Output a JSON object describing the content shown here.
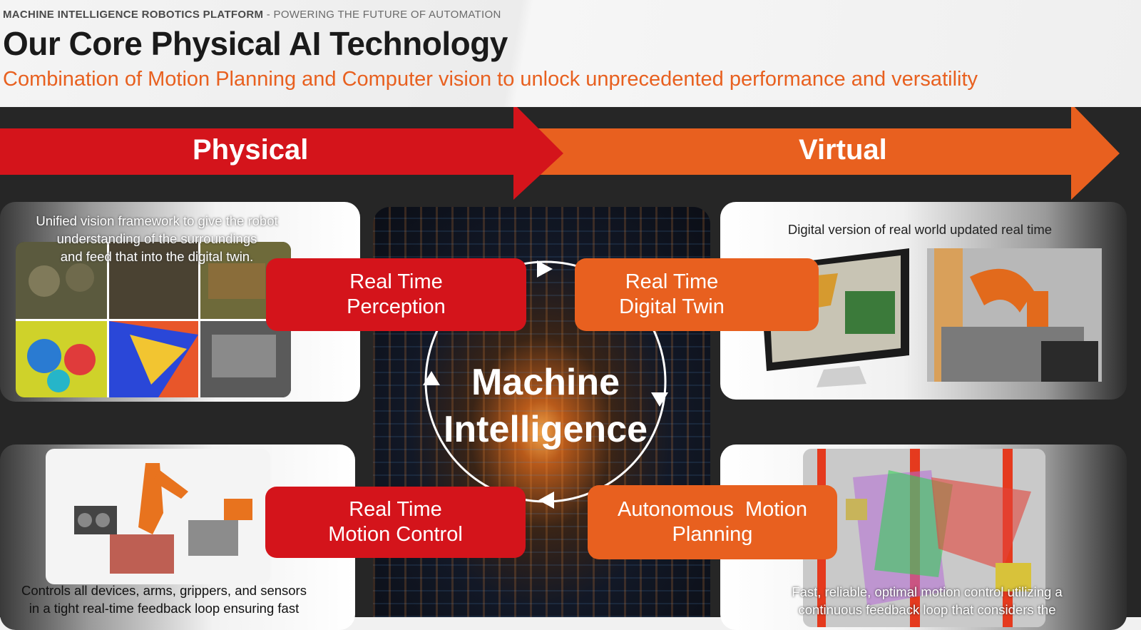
{
  "header": {
    "eyebrow_strong": "MACHINE INTELLIGENCE ROBOTICS PLATFORM",
    "eyebrow_rest": " - POWERING THE FUTURE OF AUTOMATION",
    "title": "Our Core Physical AI Technology",
    "subtitle": "Combination of Motion Planning and Computer vision to unlock unprecedented performance and versatility"
  },
  "arrows": {
    "physical_label": "Physical",
    "virtual_label": "Virtual",
    "physical_color": "#d4141b",
    "virtual_color": "#e8601f"
  },
  "center": {
    "line1": "Machine",
    "line2": "Intelligence"
  },
  "pills": {
    "perception": {
      "line1": "Real Time",
      "line2": "Perception"
    },
    "digital_twin": {
      "line1": "Real Time",
      "line2": "Digital Twin"
    },
    "motion_control": {
      "line1": "Real Time",
      "line2": "Motion Control"
    },
    "motion_planning": {
      "line1": "Autonomous  Motion",
      "line2": "Planning"
    }
  },
  "panels": {
    "perception": {
      "l1": "Unified vision framework to give the robot",
      "l2": "understanding of the surroundings",
      "l3": "and feed that into the digital twin."
    },
    "digital_twin": {
      "l1": "Digital version of real world updated real time"
    },
    "motion_control": {
      "l1": "Controls all devices, arms, grippers, and sensors",
      "l2": "in a tight real-time feedback loop ensuring fast"
    },
    "motion_planning": {
      "l1": "Fast, reliable, optimal motion control utilizing a",
      "l2": "continuous feedback loop that considers the"
    }
  }
}
